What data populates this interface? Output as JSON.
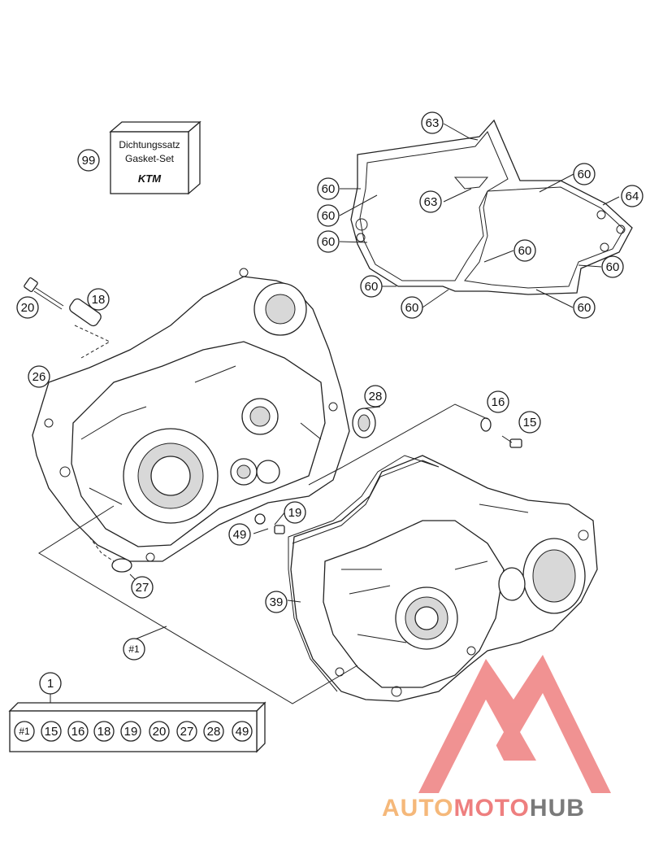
{
  "gasket_box": {
    "line1": "Dichtungssatz",
    "line2": "Gasket-Set",
    "brand": "KTM"
  },
  "callouts": {
    "c99": "99",
    "c63a": "63",
    "c63b": "63",
    "c64": "64",
    "c60a": "60",
    "c60b": "60",
    "c60c": "60",
    "c60d": "60",
    "c60e": "60",
    "c60f": "60",
    "c60g": "60",
    "c60h": "60",
    "c20": "20",
    "c18": "18",
    "c26": "26",
    "c28": "28",
    "c16": "16",
    "c15": "15",
    "c19": "19",
    "c49": "49",
    "c27": "27",
    "c39": "39",
    "c1sub": "#1",
    "c1": "1"
  },
  "kit_items": [
    "#1",
    "15",
    "16",
    "18",
    "19",
    "20",
    "27",
    "28",
    "49"
  ],
  "watermark": {
    "part1": "AUTO",
    "part2": "MOTO",
    "part3": "HUB"
  },
  "colors": {
    "logo_red": "#ee7f7f",
    "logo_orange": "#f5b87a",
    "logo_gray": "#7a7a7a"
  }
}
